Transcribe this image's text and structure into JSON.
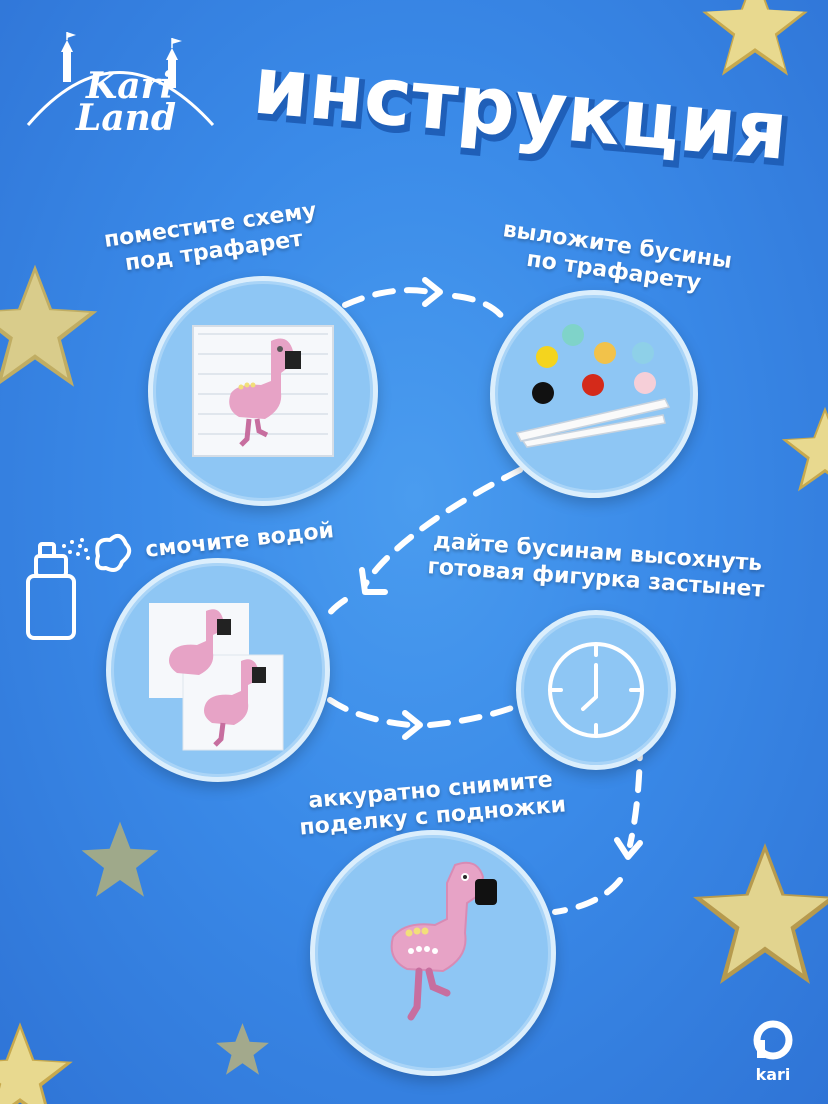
{
  "header": {
    "title": "инструкция",
    "logo_line1": "Kari",
    "logo_line2": "Land"
  },
  "steps": [
    {
      "line1": "поместите схему",
      "line2": "под трафарет",
      "icon": "template-with-scheme"
    },
    {
      "line1": "выложите бусины",
      "line2": "по трафарету",
      "icon": "beads-and-tweezers"
    },
    {
      "line1": "смочите водой",
      "icon": "spray-bottle"
    },
    {
      "line1": "дайте бусинам высохнуть",
      "line2": "готовая фигурка застынет",
      "icon": "clock-icon"
    },
    {
      "line1": "аккуратно снимите",
      "line2": "поделку с подножки",
      "icon": "finished-flamingo"
    }
  ],
  "brand": {
    "name": "kari"
  },
  "colors": {
    "background": "#3a8ae8",
    "circle": "#8ec6f4",
    "star": "#d8cc8a",
    "text": "#ffffff",
    "flamingo_pink": "#e7a3c6",
    "flamingo_dark": "#c76e9f"
  }
}
